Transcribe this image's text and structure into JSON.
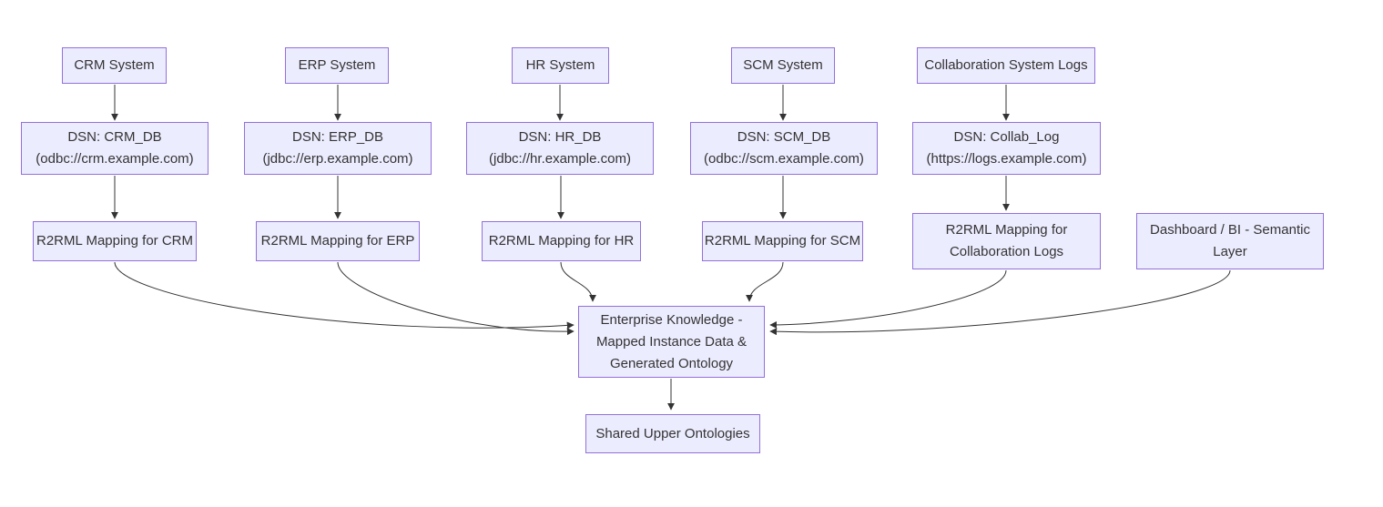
{
  "diagram": {
    "type": "flowchart",
    "colors": {
      "node_fill": "#ececff",
      "node_border": "#9370db",
      "edge": "#333333",
      "text": "#333333",
      "background": "#ffffff"
    },
    "nodes": {
      "crm_system": {
        "lines": [
          "CRM System"
        ]
      },
      "erp_system": {
        "lines": [
          "ERP System"
        ]
      },
      "hr_system": {
        "lines": [
          "HR System"
        ]
      },
      "scm_system": {
        "lines": [
          "SCM System"
        ]
      },
      "collab_logs": {
        "lines": [
          "Collaboration System Logs"
        ]
      },
      "dsn_crm": {
        "lines": [
          "DSN: CRM_DB",
          "(odbc://crm.example.com)"
        ]
      },
      "dsn_erp": {
        "lines": [
          "DSN: ERP_DB",
          "(jdbc://erp.example.com)"
        ]
      },
      "dsn_hr": {
        "lines": [
          "DSN: HR_DB",
          "(jdbc://hr.example.com)"
        ]
      },
      "dsn_scm": {
        "lines": [
          "DSN: SCM_DB",
          "(odbc://scm.example.com)"
        ]
      },
      "dsn_collab": {
        "lines": [
          "DSN: Collab_Log",
          "(https://logs.example.com)"
        ]
      },
      "map_crm": {
        "lines": [
          "R2RML Mapping for CRM"
        ]
      },
      "map_erp": {
        "lines": [
          "R2RML Mapping for ERP"
        ]
      },
      "map_hr": {
        "lines": [
          "R2RML Mapping for HR"
        ]
      },
      "map_scm": {
        "lines": [
          "R2RML Mapping for SCM"
        ]
      },
      "map_collab": {
        "lines": [
          "R2RML Mapping for",
          "Collaboration Logs"
        ]
      },
      "dashboard": {
        "lines": [
          "Dashboard / BI - Semantic",
          "Layer"
        ]
      },
      "knowledge": {
        "lines": [
          "Enterprise Knowledge -",
          "Mapped Instance Data &",
          "Generated Ontology"
        ]
      },
      "upper_ontologies": {
        "lines": [
          "Shared Upper Ontologies"
        ]
      }
    },
    "edges": [
      {
        "from": "crm_system",
        "to": "dsn_crm"
      },
      {
        "from": "erp_system",
        "to": "dsn_erp"
      },
      {
        "from": "hr_system",
        "to": "dsn_hr"
      },
      {
        "from": "scm_system",
        "to": "dsn_scm"
      },
      {
        "from": "collab_logs",
        "to": "dsn_collab"
      },
      {
        "from": "dsn_crm",
        "to": "map_crm"
      },
      {
        "from": "dsn_erp",
        "to": "map_erp"
      },
      {
        "from": "dsn_hr",
        "to": "map_hr"
      },
      {
        "from": "dsn_scm",
        "to": "map_scm"
      },
      {
        "from": "dsn_collab",
        "to": "map_collab"
      },
      {
        "from": "map_crm",
        "to": "knowledge"
      },
      {
        "from": "map_erp",
        "to": "knowledge"
      },
      {
        "from": "map_hr",
        "to": "knowledge"
      },
      {
        "from": "map_scm",
        "to": "knowledge"
      },
      {
        "from": "map_collab",
        "to": "knowledge"
      },
      {
        "from": "dashboard",
        "to": "knowledge"
      },
      {
        "from": "knowledge",
        "to": "upper_ontologies"
      }
    ]
  }
}
